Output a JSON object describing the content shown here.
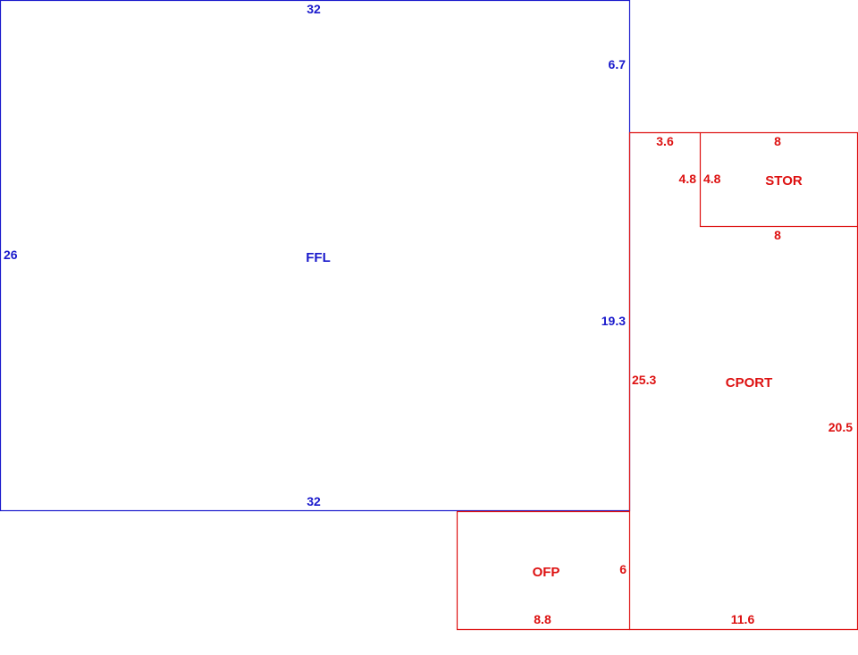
{
  "colors": {
    "main": "#1a1acc",
    "addition": "#dd1111",
    "background": "#ffffff"
  },
  "areas": {
    "ffl": {
      "name": "FFL",
      "dims": {
        "top": "32",
        "bottom": "32",
        "left": "26",
        "right_upper": "6.7",
        "right_lower": "19.3"
      }
    },
    "stor": {
      "name": "STOR",
      "dims": {
        "top": "8",
        "bottom": "8",
        "left": "4.8"
      }
    },
    "cport": {
      "name": "CPORT",
      "dims": {
        "top": "3.6",
        "left_upper": "4.8",
        "left": "25.3",
        "right": "20.5",
        "bottom": "11.6"
      }
    },
    "ofp": {
      "name": "OFP",
      "dims": {
        "bottom": "8.8",
        "right": "6"
      }
    }
  }
}
